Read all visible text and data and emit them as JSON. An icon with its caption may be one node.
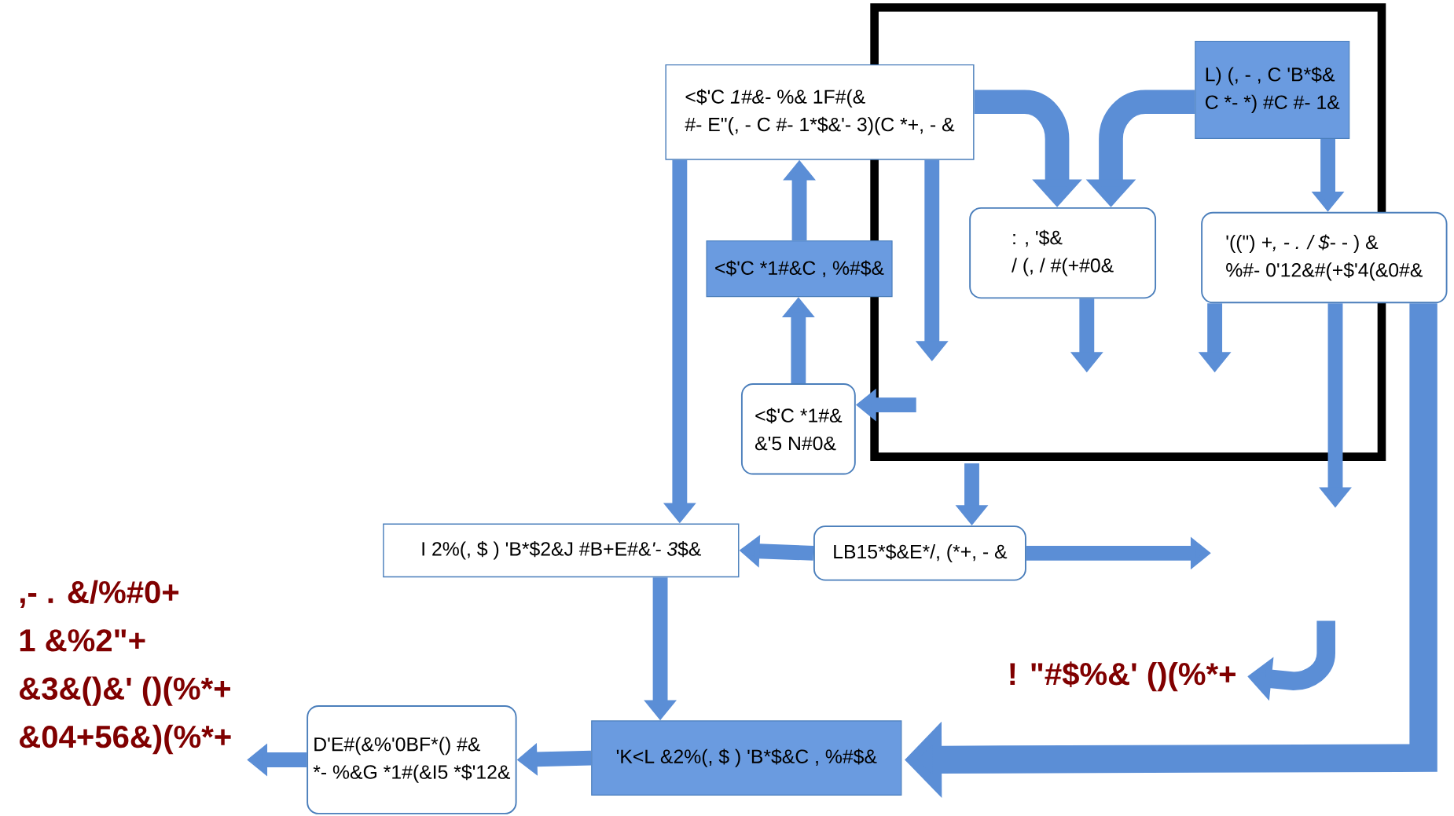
{
  "diagram": {
    "nodes": [
      {
        "text": [
          "<$'C *1#&*- %& 1F#(&",
          "#- E\"(, - C #- 1*$&'- 3)(C *+, - &"
        ]
      },
      {
        "text": [
          "<$'C *1#&C , %#$&"
        ]
      },
      {
        "text": [
          "<$'C *1#&",
          "&'5 N#0&"
        ]
      },
      {
        "text": [
          "L) (, - , C 'B*$&",
          "C *- *) #C #- 1&"
        ]
      },
      {
        "text": [
          ": , '$&",
          "/ (, / #(+#0&"
        ]
      },
      {
        "text": [
          "'((\") *+, - . / $*- - ) &",
          "%#- 0'12&#(+$'4(&0#&"
        ]
      },
      {
        "text": [
          "I 2%(, $ ) 'B*$2&J #B+E#&*'- 3*$&"
        ]
      },
      {
        "text": [
          "LB15*$&E*/, (*+, - &"
        ]
      },
      {
        "text": [
          "'K<L &2%(, $ ) 'B*$&C , %#$&"
        ]
      },
      {
        "text": [
          "D'E#(&%'0BF*() #&",
          "*- %&G *1#(&I5 *$'12&"
        ]
      },
      {
        "text": [
          "! \"#$%&' ()(%*+"
        ]
      },
      {
        "text": [
          ",- . &/%#0+",
          "1 &%2\"+",
          "&3&()&' ()(%*+",
          "&04+56&)(%*+"
        ]
      }
    ],
    "edges": [
      {
        "from": 1,
        "to": 0,
        "arrow": "to"
      },
      {
        "from": 2,
        "to": 1,
        "arrow": "to"
      },
      {
        "from": 0,
        "to": 6,
        "arrow": "to"
      },
      {
        "from": 0,
        "to": null,
        "arrow": "to"
      },
      {
        "from": null,
        "to": 2,
        "arrow": "to"
      },
      {
        "from": 0,
        "to": 4,
        "arrow": "to"
      },
      {
        "from": 3,
        "to": 4,
        "arrow": "to"
      },
      {
        "from": 3,
        "to": 5,
        "arrow": "to"
      },
      {
        "from": 4,
        "to": null,
        "arrow": "to"
      },
      {
        "from": 5,
        "to": null,
        "arrow": "to"
      },
      {
        "from": 5,
        "to": null,
        "arrow": "to"
      },
      {
        "from": null,
        "to": 7,
        "arrow": "to"
      },
      {
        "from": 7,
        "to": 6,
        "arrow": "to"
      },
      {
        "from": 7,
        "to": null,
        "arrow": "to"
      },
      {
        "from": 6,
        "to": 8,
        "arrow": "to"
      },
      {
        "from": 5,
        "to": 8,
        "arrow": "to",
        "style": "thick"
      },
      {
        "from": null,
        "to": 10,
        "arrow": "to"
      },
      {
        "from": 8,
        "to": 9,
        "arrow": "to"
      },
      {
        "from": 9,
        "to": 11,
        "arrow": "to"
      }
    ]
  }
}
